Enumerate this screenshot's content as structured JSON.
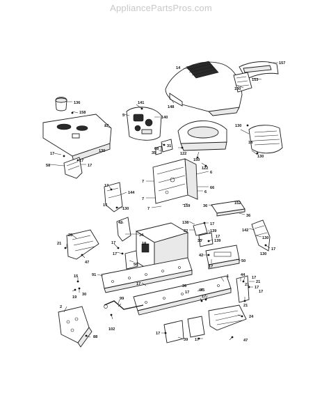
{
  "header": {
    "site": "AppliancePartsPros.com"
  },
  "callouts": [
    "14",
    "157",
    "153",
    "130",
    "148",
    "136",
    "158",
    "37",
    "141",
    "5",
    "140",
    "130",
    "18",
    "130",
    "68",
    "31",
    "35",
    "122",
    "150",
    "122",
    "17",
    "17",
    "58",
    "6",
    "66",
    "7",
    "6",
    "7",
    "7",
    "159",
    "17",
    "144",
    "130",
    "36",
    "152",
    "36",
    "43",
    "138",
    "32",
    "17",
    "139",
    "17",
    "33",
    "139",
    "142",
    "130",
    "17",
    "28",
    "34",
    "16",
    "21",
    "47",
    "17",
    "56",
    "17",
    "42",
    "50",
    "17",
    "91",
    "17",
    "30",
    "19",
    "15",
    "17",
    "17",
    "44",
    "21",
    "17",
    "21",
    "99",
    "45",
    "17",
    "2",
    "102",
    "88",
    "24",
    "17",
    "39",
    "17",
    "47",
    "36",
    "130",
    "17",
    "17",
    "130",
    "21",
    "17",
    "1"
  ]
}
